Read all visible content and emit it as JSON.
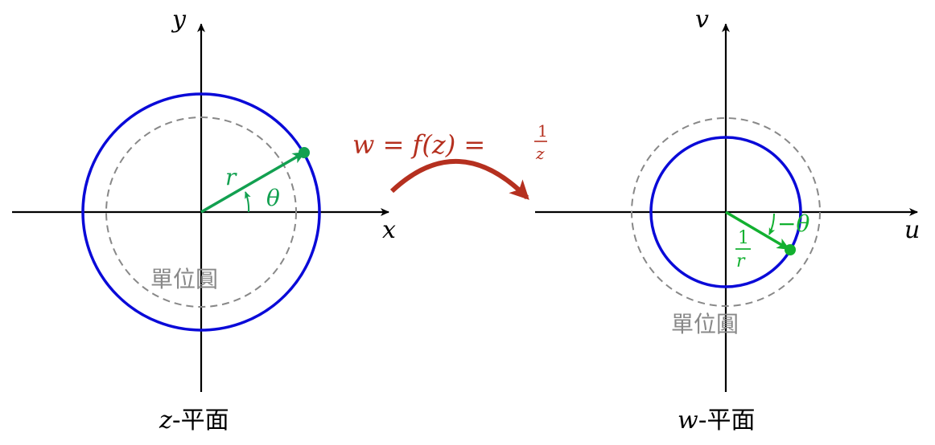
{
  "mapping": {
    "formula_lhs": "w = f(z) = ",
    "formula_num": "1",
    "formula_den": "z",
    "color": "#b5301f"
  },
  "z_plane": {
    "x_axis_label": "x",
    "y_axis_label": "y",
    "radius_label": "r",
    "angle_label": "θ",
    "unit_circle_label": "單位圓",
    "plane_label_var": "z",
    "plane_label_text": "-平面"
  },
  "w_plane": {
    "u_axis_label": "u",
    "v_axis_label": "v",
    "radius_label_num": "1",
    "radius_label_den": "r",
    "angle_label": "−θ",
    "unit_circle_label": "單位圓",
    "plane_label_var": "w",
    "plane_label_text": "-平面"
  },
  "colors": {
    "axis": "#000000",
    "unit_circle": "#888888",
    "image_circle": "#0a0ad8",
    "z_vector": "#12a050",
    "w_vector": "#12b030",
    "mapping_arrow": "#b5301f"
  }
}
